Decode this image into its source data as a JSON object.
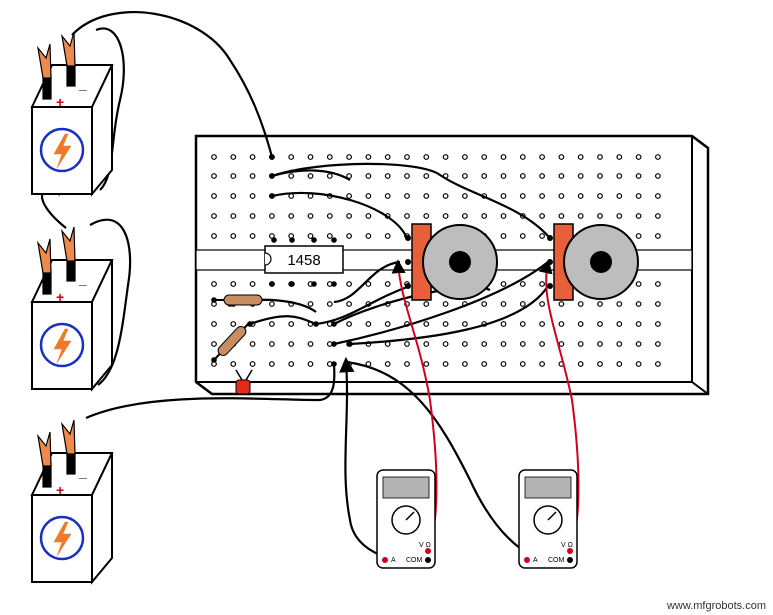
{
  "ic_label": "1458",
  "batteries": [
    {
      "plus": "+",
      "minus": "_"
    },
    {
      "plus": "+",
      "minus": "_"
    },
    {
      "plus": "+",
      "minus": "_"
    }
  ],
  "meters": [
    {
      "v_label": "V Ω",
      "a_label": "A",
      "com_label": "COM"
    },
    {
      "v_label": "V Ω",
      "a_label": "A",
      "com_label": "COM"
    }
  ],
  "watermark": "www.mfgrobots.com",
  "colors": {
    "red_wire": "#d0021b",
    "potentiometer_body": "#e8603a",
    "bolt_circle": "#1a2fbf",
    "bolt_fill": "#f07a2a",
    "led": "#e52a1a",
    "breadboard_fill": "#ffffff",
    "knob": "#bdbdbd"
  }
}
